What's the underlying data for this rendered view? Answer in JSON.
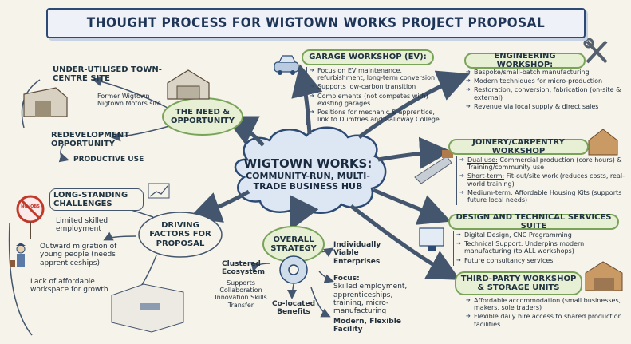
{
  "title": "THOUGHT PROCESS FOR WIGTOWN WORKS PROJECT PROPOSAL",
  "center": {
    "line1": "WIGTOWN WORKS:",
    "line2": "COMMUNITY-RUN, MULTI-",
    "line3": "TRADE BUSINESS HUB"
  },
  "need": {
    "label": "THE NEED & OPPORTUNITY",
    "site_heading": "UNDER-UTILISED TOWN-CENTRE SITE",
    "site_note": "Former Wigtown Nigtown Motors site",
    "redevelopment": "REDEVELOPMENT OPPORTUNITY",
    "productive": "PRODUCTIVE USE"
  },
  "drivers": {
    "label": "DRIVING FACTORS FOR PROPOSAL",
    "heading": "LONG-STANDING CHALLENGES",
    "sign": "NO JOBS",
    "items": [
      "Limited skilled employment",
      "Outward migration of young people (needs apprenticeships)",
      "Lack of affordable workspace for growth"
    ]
  },
  "strategy": {
    "label": "OVERALL STRATEGY",
    "cluster_title": "Clustered Ecosystem",
    "cluster_items": "Supports Collaboration Innovation Skills Transfer",
    "individual": "Individually Viable Enterprises",
    "focus_title": "Focus:",
    "focus_text": "Skilled employment, apprenticeships, training, micro-manufacturing",
    "colocated": "Co-located Benefits",
    "modern": "Modern, Flexible Facility"
  },
  "garage": {
    "heading": "GARAGE WORKSHOP (EV):",
    "items": [
      "Focus on EV maintenance, refurbishment, long-term conversion",
      "Supports low-carbon transition",
      "Complements (not competes with) existing garages",
      "Positions for mechanic & apprentice, link to Dumfries and Galloway College"
    ]
  },
  "engineering": {
    "heading": "ENGINEERING WORKSHOP:",
    "items": [
      "Bespoke/small-batch manufacturing",
      "Modern techniques for micro-production",
      "Restoration, conversion, fabrication (on-site & external)",
      "Revenue via local supply & direct sales"
    ]
  },
  "joinery": {
    "heading": "JOINERY/CARPENTRY WORKSHOP",
    "items": [
      {
        "label": "Dual use:",
        "text": "Commercial production (core hours) & Training/community use"
      },
      {
        "label": "Short-term:",
        "text": "Fit-out/site work (reduces costs, real-world training)"
      },
      {
        "label": "Medium-term:",
        "text": "Affordable Housing Kits (supports future local needs)"
      }
    ]
  },
  "design": {
    "heading": "DESIGN AND TECHNICAL SERVICES SUITE",
    "items": [
      "Digital Design, CNC Programming",
      "Technical Support. Underpins modern manufacturing (to ALL workshops)",
      "Future consultancy services"
    ]
  },
  "thirdparty": {
    "heading": "THIRD-PARTY WORKSHOP & STORAGE UNITS",
    "items": [
      "Affordable accommodation (small businesses, makers, sole traders)",
      "Flexible daily hire access to shared production facilities"
    ]
  },
  "colors": {
    "accent": "#7aa35a",
    "pill_fill": "#e7efd4",
    "ink": "#1f3340",
    "title_border": "#2c4a73",
    "cloud_fill": "#dde7f3",
    "arrow": "#44566e"
  }
}
